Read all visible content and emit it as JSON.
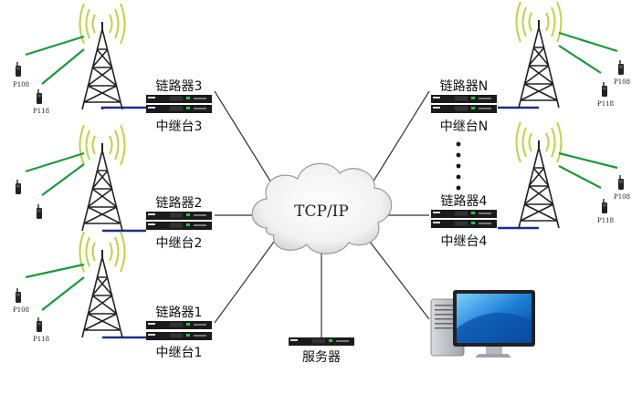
{
  "cloud": {
    "label": "TCP/IP"
  },
  "server": {
    "label": "服务器"
  },
  "left_sites": [
    {
      "linker": "链路器3",
      "repeater": "中继台3",
      "radios": [
        "P108",
        "P118"
      ]
    },
    {
      "linker": "链路器2",
      "repeater": "中继台2",
      "radios": [
        " ",
        " "
      ]
    },
    {
      "linker": "链路器1",
      "repeater": "中继台1",
      "radios": [
        "P108",
        "P118"
      ]
    }
  ],
  "right_sites": [
    {
      "linker": "链路器N",
      "repeater": "中继台N",
      "radios": [
        "P108",
        "P118"
      ]
    },
    {
      "linker": "链路器4",
      "repeater": "中继台4",
      "radios": [
        "P108",
        "P118"
      ]
    }
  ],
  "colors": {
    "link_line": "#333333",
    "radio_wave": "#1a9a3a",
    "tower_cable": "#1f2d8a",
    "cloud_edge": "#9a9a9a"
  },
  "icons": [
    "tower-icon",
    "radio-handset-icon",
    "rack-device-icon",
    "cloud-icon",
    "computer-icon"
  ]
}
